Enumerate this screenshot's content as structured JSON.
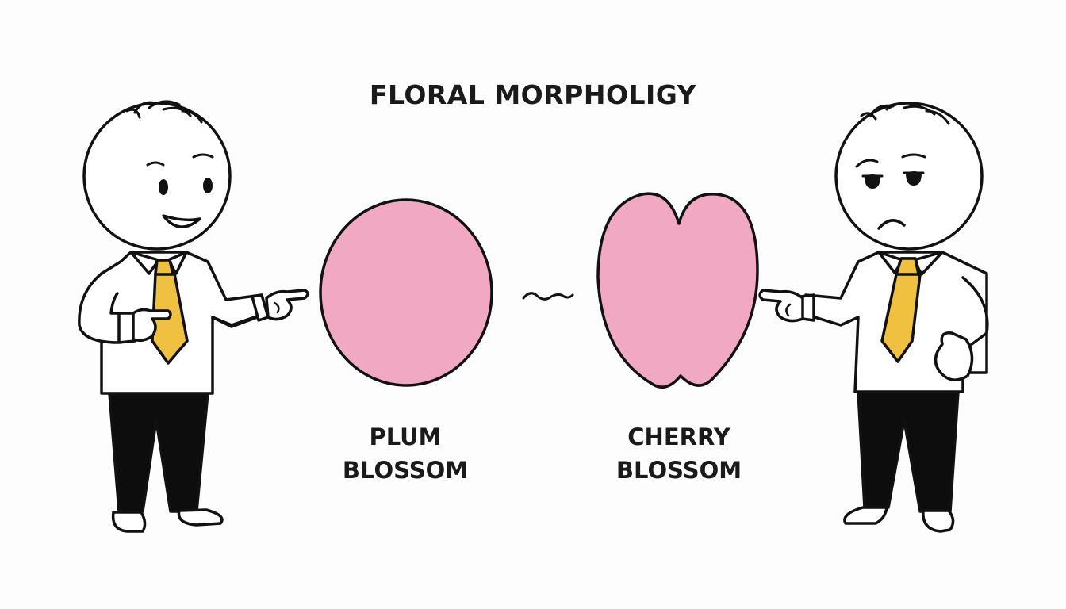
{
  "title": "FLORAL MORPHOLIGY",
  "left_label": {
    "line1": "PLUM",
    "line2": "BLOSSOM"
  },
  "right_label": {
    "line1": "CHERRY",
    "line2": "BLOSSOM"
  },
  "colors": {
    "petal": "#f0a8c3",
    "tie": "#f0c040",
    "ink": "#111111",
    "trousers": "#0d0d0d"
  },
  "figures": {
    "left": {
      "expression": "happy"
    },
    "right": {
      "expression": "sad"
    }
  }
}
